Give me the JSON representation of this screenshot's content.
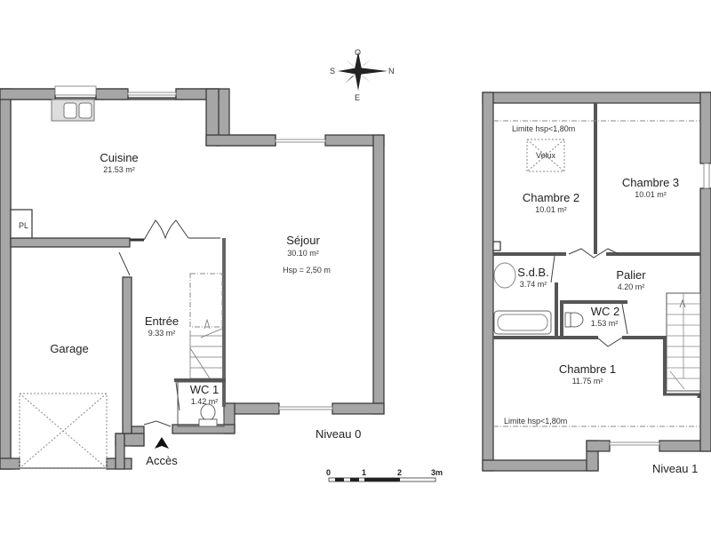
{
  "plan": {
    "type": "floor-plan",
    "compass": {
      "top": "O",
      "left": "S",
      "right": "N",
      "bottom": "E"
    },
    "levels": [
      {
        "name": "Niveau 0",
        "rooms": [
          {
            "name": "Cuisine",
            "area": "21.53 m²"
          },
          {
            "name": "Séjour",
            "area": "30.10 m²",
            "note": "Hsp = 2,50 m"
          },
          {
            "name": "Entrée",
            "area": "9.33 m²"
          },
          {
            "name": "WC 1",
            "area": "1.42 m²"
          },
          {
            "name": "Garage",
            "area": ""
          },
          {
            "name": "PL",
            "area": ""
          }
        ],
        "access_label": "Accès"
      },
      {
        "name": "Niveau 1",
        "rooms": [
          {
            "name": "Chambre 2",
            "area": "10.01 m²"
          },
          {
            "name": "Chambre 3",
            "area": "10.01 m²"
          },
          {
            "name": "S.d.B.",
            "area": "3.74 m²"
          },
          {
            "name": "Palier",
            "area": "4.20 m²"
          },
          {
            "name": "WC 2",
            "area": "1.53 m²"
          },
          {
            "name": "Chambre 1",
            "area": "11.75 m²"
          }
        ],
        "annotations": [
          "Limite hsp<1,80m",
          "Velux",
          "Limite hsp<1,80m"
        ]
      }
    ],
    "scale": {
      "ticks": [
        "0",
        "1",
        "2",
        "3m"
      ]
    },
    "colors": {
      "wall": "#a6a6a6",
      "outline": "#333333",
      "background": "#ffffff"
    }
  }
}
